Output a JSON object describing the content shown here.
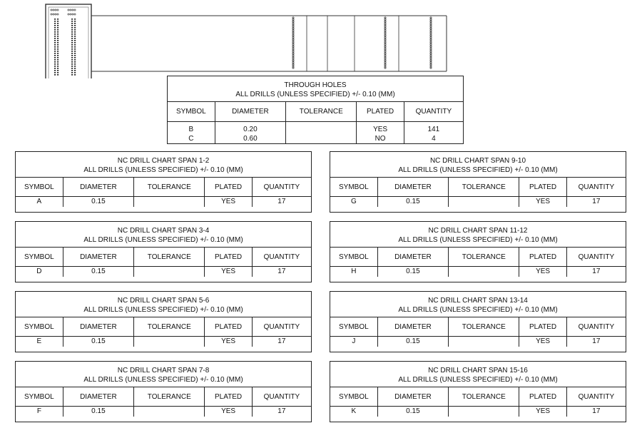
{
  "through_holes": {
    "title1": "THROUGH HOLES",
    "title2": "ALL DRILLS (UNLESS SPECIFIED) +/- 0.10 (MM)",
    "headers": [
      "SYMBOL",
      "DIAMETER",
      "TOLERANCE",
      "PLATED",
      "QUANTITY"
    ],
    "rows": [
      {
        "symbol": "B",
        "diameter": "0.20",
        "tolerance": "",
        "plated": "YES",
        "quantity": "141"
      },
      {
        "symbol": "C",
        "diameter": "0.60",
        "tolerance": "",
        "plated": "NO",
        "quantity": "4"
      }
    ]
  },
  "spans": [
    {
      "title": "NC DRILL CHART SPAN 1-2",
      "subtitle": "ALL DRILLS (UNLESS SPECIFIED) +/- 0.10 (MM)",
      "headers": [
        "SYMBOL",
        "DIAMETER",
        "TOLERANCE",
        "PLATED",
        "QUANTITY"
      ],
      "row": {
        "symbol": "A",
        "diameter": "0.15",
        "tolerance": "",
        "plated": "YES",
        "quantity": "17"
      }
    },
    {
      "title": "NC DRILL CHART SPAN 9-10",
      "subtitle": "ALL DRILLS (UNLESS SPECIFIED) +/- 0.10 (MM)",
      "headers": [
        "SYMBOL",
        "DIAMETER",
        "TOLERANCE",
        "PLATED",
        "QUANTITY"
      ],
      "row": {
        "symbol": "G",
        "diameter": "0.15",
        "tolerance": "",
        "plated": "YES",
        "quantity": "17"
      }
    },
    {
      "title": "NC DRILL CHART SPAN 3-4",
      "subtitle": "ALL DRILLS (UNLESS SPECIFIED) +/- 0.10 (MM)",
      "headers": [
        "SYMBOL",
        "DIAMETER",
        "TOLERANCE",
        "PLATED",
        "QUANTITY"
      ],
      "row": {
        "symbol": "D",
        "diameter": "0.15",
        "tolerance": "",
        "plated": "YES",
        "quantity": "17"
      }
    },
    {
      "title": "NC DRILL CHART SPAN 11-12",
      "subtitle": "ALL DRILLS (UNLESS SPECIFIED) +/- 0.10 (MM)",
      "headers": [
        "SYMBOL",
        "DIAMETER",
        "TOLERANCE",
        "PLATED",
        "QUANTITY"
      ],
      "row": {
        "symbol": "H",
        "diameter": "0.15",
        "tolerance": "",
        "plated": "YES",
        "quantity": "17"
      }
    },
    {
      "title": "NC DRILL CHART SPAN 5-6",
      "subtitle": "ALL DRILLS (UNLESS SPECIFIED) +/- 0.10 (MM)",
      "headers": [
        "SYMBOL",
        "DIAMETER",
        "TOLERANCE",
        "PLATED",
        "QUANTITY"
      ],
      "row": {
        "symbol": "E",
        "diameter": "0.15",
        "tolerance": "",
        "plated": "YES",
        "quantity": "17"
      }
    },
    {
      "title": "NC DRILL CHART SPAN 13-14",
      "subtitle": "ALL DRILLS (UNLESS SPECIFIED) +/- 0.10 (MM)",
      "headers": [
        "SYMBOL",
        "DIAMETER",
        "TOLERANCE",
        "PLATED",
        "QUANTITY"
      ],
      "row": {
        "symbol": "J",
        "diameter": "0.15",
        "tolerance": "",
        "plated": "YES",
        "quantity": "17"
      }
    },
    {
      "title": "NC DRILL CHART SPAN 7-8",
      "subtitle": "ALL DRILLS (UNLESS SPECIFIED) +/- 0.10 (MM)",
      "headers": [
        "SYMBOL",
        "DIAMETER",
        "TOLERANCE",
        "PLATED",
        "QUANTITY"
      ],
      "row": {
        "symbol": "F",
        "diameter": "0.15",
        "tolerance": "",
        "plated": "YES",
        "quantity": "17"
      }
    },
    {
      "title": "NC DRILL CHART SPAN 15-16",
      "subtitle": "ALL DRILLS (UNLESS SPECIFIED) +/- 0.10 (MM)",
      "headers": [
        "SYMBOL",
        "DIAMETER",
        "TOLERANCE",
        "PLATED",
        "QUANTITY"
      ],
      "row": {
        "symbol": "K",
        "diameter": "0.15",
        "tolerance": "",
        "plated": "YES",
        "quantity": "17"
      }
    }
  ]
}
